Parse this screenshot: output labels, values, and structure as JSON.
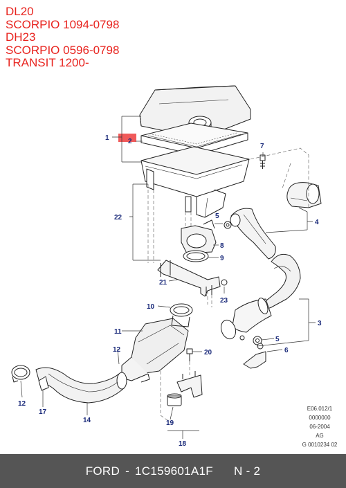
{
  "applicability": [
    "DL20",
    "SCORPIO 1094-0798",
    "DH23",
    "SCORPIO 0596-0798",
    "TRANSIT 1200-"
  ],
  "callouts": [
    {
      "id": "c1",
      "label": "1"
    },
    {
      "id": "c2",
      "label": "2"
    },
    {
      "id": "c7",
      "label": "7"
    },
    {
      "id": "c4",
      "label": "4"
    },
    {
      "id": "c22",
      "label": "22"
    },
    {
      "id": "c5a",
      "label": "5"
    },
    {
      "id": "c8",
      "label": "8"
    },
    {
      "id": "c9",
      "label": "9"
    },
    {
      "id": "c21",
      "label": "21"
    },
    {
      "id": "c23",
      "label": "23"
    },
    {
      "id": "c10",
      "label": "10"
    },
    {
      "id": "c3",
      "label": "3"
    },
    {
      "id": "c11",
      "label": "11"
    },
    {
      "id": "c5b",
      "label": "5"
    },
    {
      "id": "c6",
      "label": "6"
    },
    {
      "id": "c12a",
      "label": "12"
    },
    {
      "id": "c20",
      "label": "20"
    },
    {
      "id": "c12b",
      "label": "12"
    },
    {
      "id": "c17",
      "label": "17"
    },
    {
      "id": "c14",
      "label": "14"
    },
    {
      "id": "c19",
      "label": "19"
    },
    {
      "id": "c18",
      "label": "18"
    }
  ],
  "reference_block": [
    "E06.012/1",
    "0000000",
    "06-2004",
    "AG",
    "G 0010234 02"
  ],
  "highlight_color": "#f05a5a",
  "footer": {
    "brand": "FORD",
    "separator": "-",
    "part_number": "1C159601A1F",
    "page": "N - 2"
  }
}
